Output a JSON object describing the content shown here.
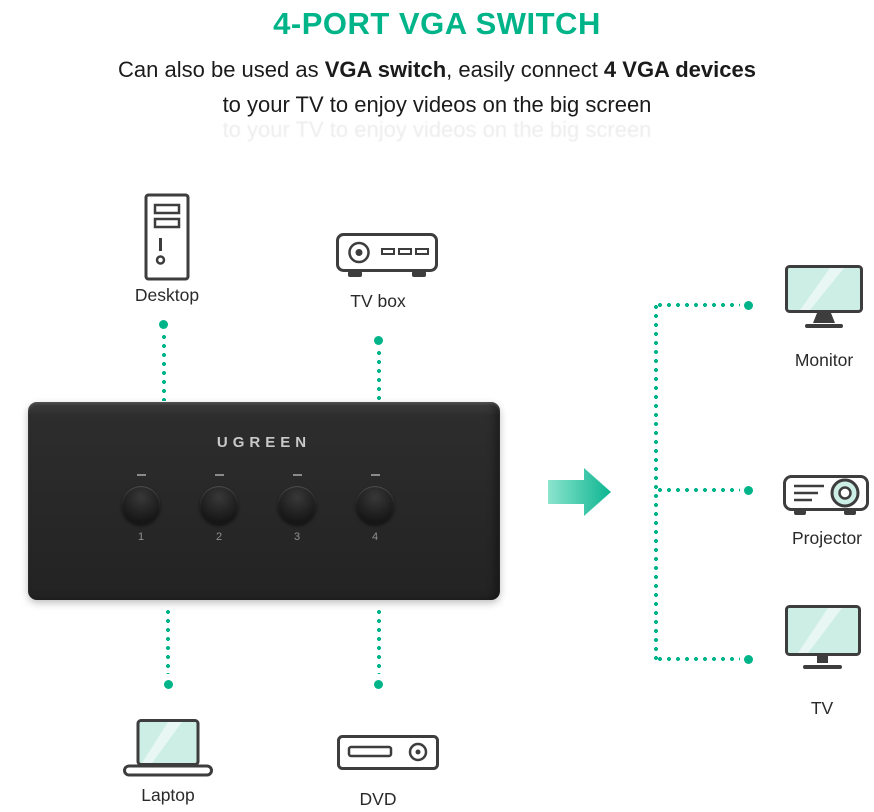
{
  "page": {
    "title": "4-PORT VGA SWITCH",
    "subtitle_part1": "Can also be used as ",
    "subtitle_bold1": "VGA switch",
    "subtitle_part2": ", easily connect ",
    "subtitle_bold2": "4 VGA devices",
    "subtitle_line2": "to your TV to enjoy videos on the big screen"
  },
  "switch": {
    "brand": "UGREEN",
    "buttons": [
      "1",
      "2",
      "3",
      "4"
    ]
  },
  "inputs": [
    {
      "label": "Desktop",
      "icon": "desktop-tower-icon"
    },
    {
      "label": "TV box",
      "icon": "tv-box-icon"
    },
    {
      "label": "Laptop",
      "icon": "laptop-icon"
    },
    {
      "label": "DVD",
      "icon": "dvd-player-icon"
    }
  ],
  "outputs": [
    {
      "label": "Monitor",
      "icon": "monitor-icon"
    },
    {
      "label": "Projector",
      "icon": "projector-icon"
    },
    {
      "label": "TV",
      "icon": "tv-icon"
    }
  ],
  "colors": {
    "accent": "#00b48a",
    "screen_fill": "#cdeee5",
    "switch_body": "#2d2d2d",
    "outline": "#3d3d3d"
  }
}
